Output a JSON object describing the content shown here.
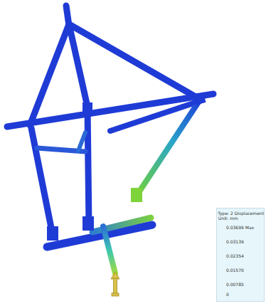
{
  "diagram": {
    "labels": [
      "Type: 2 Displacement",
      "Unit: mm",
      "0.03699 Max",
      "0.03139",
      "0.02354",
      "0.01570",
      "0.00785",
      "0"
    ]
  }
}
